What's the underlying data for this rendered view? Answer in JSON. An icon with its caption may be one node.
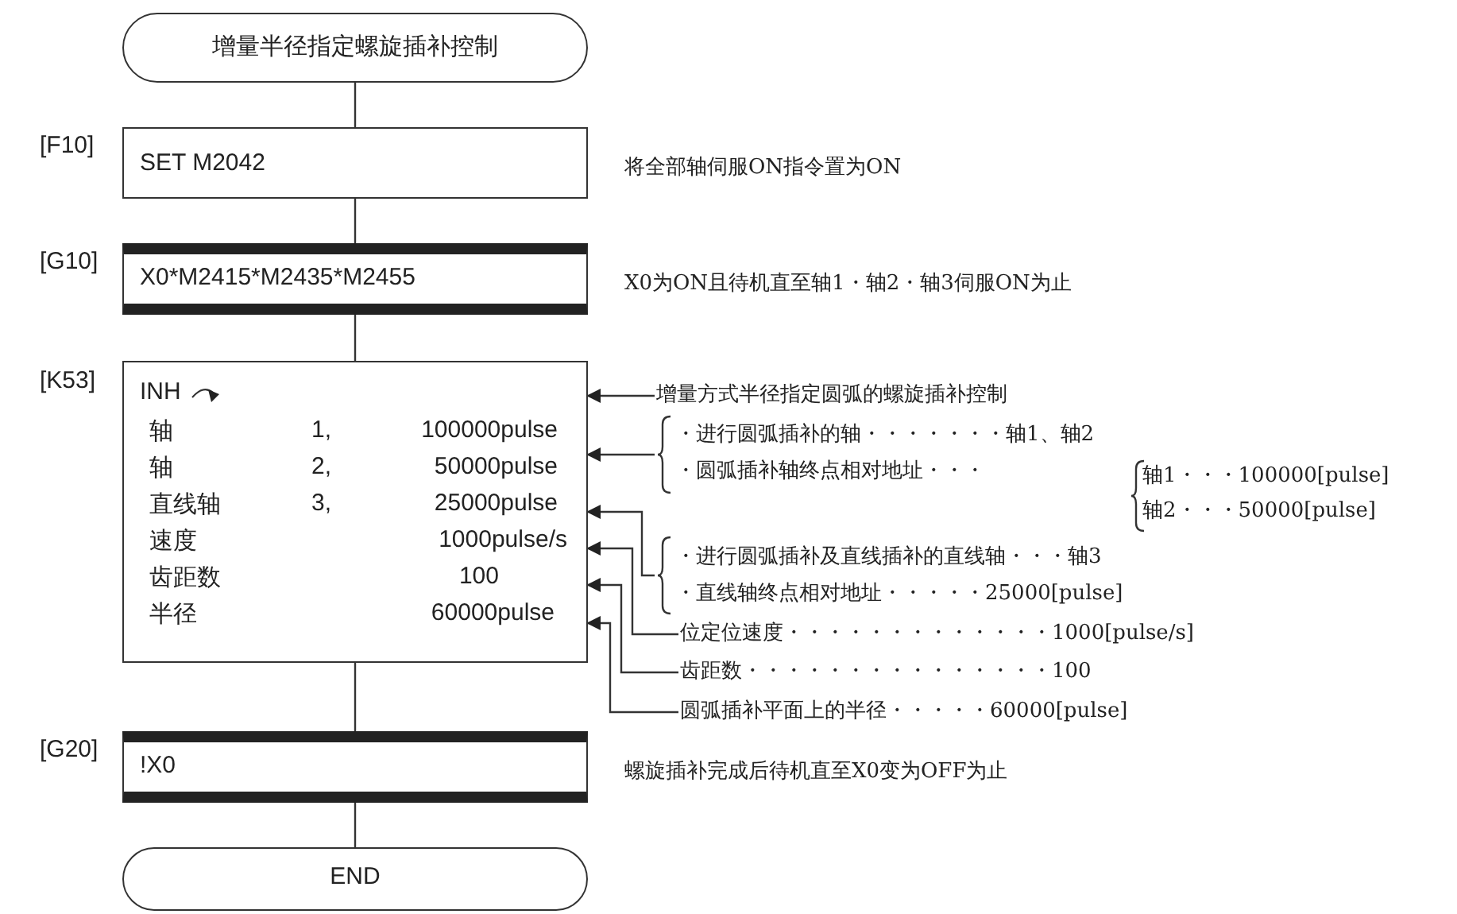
{
  "diagram": {
    "nodes": [
      {
        "text": [
          "增量半径指定螺旋插补控制"
        ]
      },
      {
        "text": [
          "SET M2042"
        ],
        "beside": [
          "[F10]",
          "将全部轴伺服ON指令置为ON"
        ]
      },
      {
        "text": [
          "X0*M2415*M2435*M2455"
        ],
        "beside": [
          "[G10]",
          "X0为ON且待机直至轴1・轴2・轴3伺服ON为止"
        ]
      },
      {
        "text": [
          "INH",
          "轴",
          "1,",
          "100000pulse",
          "轴",
          "2,",
          "50000pulse",
          "直线轴",
          "3,",
          "25000pulse",
          "速度",
          "1000pulse/s",
          "齿距数",
          "100",
          "半径",
          "60000pulse"
        ],
        "beside": [
          "[K53]"
        ]
      },
      {
        "text": [
          "!X0"
        ],
        "beside": [
          "[G20]",
          "螺旋插补完成后待机直至X0变为OFF为止"
        ]
      },
      {
        "text": [
          "END"
        ]
      },
      {
        "text": [
          "增量方式半径指定圆弧的螺旋插补控制"
        ]
      },
      {
        "text": [
          "・进行圆弧插补的轴・・・・・・・轴1、轴2",
          "・圆弧插补轴终点相对地址・・・",
          "轴1・・・100000[pulse]",
          "轴2・・・50000[pulse]"
        ]
      },
      {
        "text": [
          "・进行圆弧插补及直线插补的直线轴・・・轴3",
          "・直线轴终点相对地址・・・・・25000[pulse]"
        ]
      },
      {
        "text": [
          "位定位速度・・・・・・・・・・・・・1000[pulse/s]"
        ]
      },
      {
        "text": [
          "齿距数・・・・・・・・・・・・・・・100"
        ]
      },
      {
        "text": [
          "圆弧插补平面上的半径・・・・・60000[pulse]"
        ]
      }
    ],
    "edges": [
      {
        "from": 0,
        "to": 1,
        "arrow": "none"
      },
      {
        "from": 1,
        "to": 2,
        "arrow": "none"
      },
      {
        "from": 2,
        "to": 3,
        "arrow": "none"
      },
      {
        "from": 3,
        "to": 4,
        "arrow": "none"
      },
      {
        "from": 4,
        "to": 5,
        "arrow": "none"
      },
      {
        "from": 6,
        "to": 3,
        "arrow": "to"
      },
      {
        "from": 7,
        "to": 3,
        "arrow": "to"
      },
      {
        "from": 8,
        "to": 3,
        "arrow": "to"
      },
      {
        "from": 9,
        "to": 3,
        "arrow": "to"
      },
      {
        "from": 10,
        "to": 3,
        "arrow": "to"
      },
      {
        "from": 11,
        "to": 3,
        "arrow": "to"
      }
    ]
  }
}
